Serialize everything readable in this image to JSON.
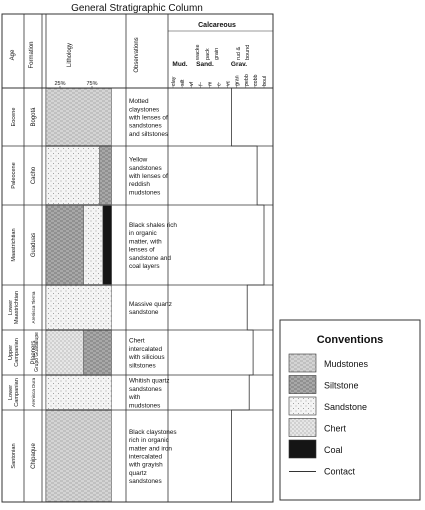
{
  "header": {
    "title": "General Stratigraphic Column",
    "calcareous": "Calcareous"
  },
  "columns": {
    "age": "Age",
    "formation": "Formation",
    "lithology": "Lithology",
    "observations": "Observations",
    "pct_25": "25%",
    "pct_75": "75%"
  },
  "grain_groups": {
    "mud": "Mud.",
    "sand": "Sand.",
    "grav": "Grav."
  },
  "grain_sizes": [
    "clay",
    "silt",
    "vf",
    "f",
    "m",
    "c",
    "vc",
    "gran",
    "pebb",
    "cobb",
    "boul"
  ],
  "carbonate_terms": [
    "wacke",
    "pack",
    "grain",
    "rud &",
    "bound"
  ],
  "units": [
    {
      "age": "Eocene",
      "formation": "Bogotá",
      "observations": [
        "Motted",
        "claystones",
        "with lenses of",
        "sandstones",
        "and siltstones"
      ],
      "lithology": [
        {
          "type": "mud",
          "frac": 0.82
        }
      ],
      "profile": 0.64
    },
    {
      "age": "Paleocene",
      "formation": "Cacho",
      "observations": [
        "Yellow",
        "sandstones",
        "with lenses of",
        "reddish",
        "mudstones"
      ],
      "lithology": [
        {
          "type": "sand",
          "frac": 0.67
        },
        {
          "type": "silt",
          "frac": 0.15
        }
      ],
      "profile": 0.9
    },
    {
      "age": "Maastrichtian",
      "formation": "Guaduas",
      "observations": [
        "Black shales rich",
        "in organic",
        "matter, with",
        "lenses of",
        "sandstone and",
        "coal layers"
      ],
      "lithology": [
        {
          "type": "silt",
          "frac": 0.47
        },
        {
          "type": "sand",
          "frac": 0.24
        },
        {
          "type": "coal",
          "frac": 0.11
        }
      ],
      "profile": 0.97
    },
    {
      "age": "Lower Maastrichtian",
      "formation": "Arenisca Tierna",
      "observations": [
        "Massive quartz",
        "sandstone"
      ],
      "lithology": [
        {
          "type": "sand",
          "frac": 0.82
        }
      ],
      "profile": 0.8
    },
    {
      "age": "Upper Campanian",
      "formation": "Plaeners",
      "observations": [
        "Chert",
        "intercalated",
        "with silicious",
        "siltstones"
      ],
      "lithology": [
        {
          "type": "chert",
          "frac": 0.47
        },
        {
          "type": "silt",
          "frac": 0.35
        }
      ],
      "profile": 0.86
    },
    {
      "age": "Lower Campanian",
      "formation": "Arenisca Dura",
      "observations": [
        "Whitish quartz",
        "sandstones",
        "with",
        "mudstones"
      ],
      "lithology": [
        {
          "type": "sand",
          "frac": 0.82
        }
      ],
      "profile": 0.82
    },
    {
      "age": "Santonian",
      "formation": "Chipaque",
      "observations": [
        "Black claystones",
        "rich in organic",
        "matter and iron",
        "intercalated",
        "with grayish",
        "quartz",
        "sandstones"
      ],
      "lithology": [
        {
          "type": "mud",
          "frac": 0.82
        }
      ],
      "profile": 0.64
    }
  ],
  "group_label": "Grupo Guadalupe",
  "legend": {
    "title": "Conventions",
    "items": [
      {
        "type": "mud",
        "label": "Mudstones"
      },
      {
        "type": "silt",
        "label": "Siltstone"
      },
      {
        "type": "sand",
        "label": "Sandstone"
      },
      {
        "type": "chert",
        "label": "Chert"
      },
      {
        "type": "coal",
        "label": "Coal"
      },
      {
        "type": "contact",
        "label": "Contact"
      }
    ]
  }
}
